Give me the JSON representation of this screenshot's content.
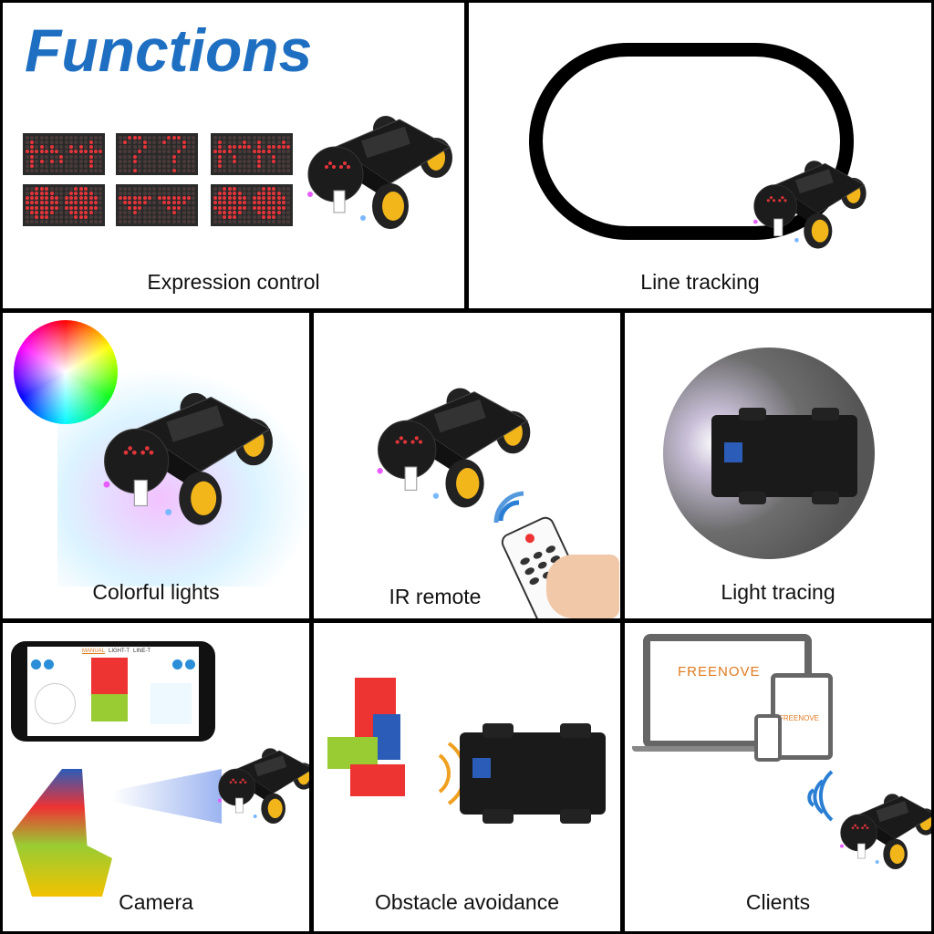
{
  "title": "Functions",
  "panels": {
    "expression": {
      "label": "Expression control"
    },
    "line_tracking": {
      "label": "Line tracking"
    },
    "colorful_lights": {
      "label": "Colorful lights"
    },
    "ir_remote": {
      "label": "IR remote"
    },
    "light_tracing": {
      "label": "Light tracing"
    },
    "camera": {
      "label": "Camera",
      "app_tabs": [
        "MANUAL",
        "LIGHT-T",
        "LINE-T"
      ]
    },
    "obstacle": {
      "label": "Obstacle avoidance"
    },
    "clients": {
      "label": "Clients",
      "brand": "FREENOVE"
    }
  },
  "colors": {
    "title": "#1e6fc2",
    "led": "#e3343a",
    "wheel": "#f2b51a",
    "brand": "#e07a1f",
    "signal": "#2a7fd4",
    "signal_orange": "#f0a020"
  },
  "matrices": [
    [
      "0000000000000000",
      "0100000000000100",
      "0101010001010100",
      "1111111001111111",
      "0100000100000100",
      "0101010100000100",
      "0100000000000100",
      "0000000000000000"
    ],
    [
      "0011100000111000",
      "0100010001000100",
      "0000010000000100",
      "0000100000001000",
      "0001000000010000",
      "0001000000010000",
      "0000000000000000",
      "0001000000010000"
    ],
    [
      "0000000000000000",
      "0100001001000010",
      "0101111101011111",
      "1111000011110000",
      "0100100001001000",
      "0100100001001000",
      "0100000001000000",
      "0000000000000000"
    ],
    [
      "0011100000111000",
      "0111110001111100",
      "1111111011111110",
      "1111111011111110",
      "1111111011111110",
      "0111110001111100",
      "0011100000111000",
      "0000000000000000"
    ],
    [
      "0000000000000000",
      "0000000000000000",
      "1111111011111110",
      "0111110001111100",
      "0011100000111000",
      "0001000000010000",
      "0000000000000000",
      "0000000000000000"
    ],
    [
      "0011100000111000",
      "0111110001111100",
      "1111111011111110",
      "1111111011111110",
      "1111111011111110",
      "0111110001111100",
      "0011100000111000",
      "0000000000000000"
    ]
  ]
}
